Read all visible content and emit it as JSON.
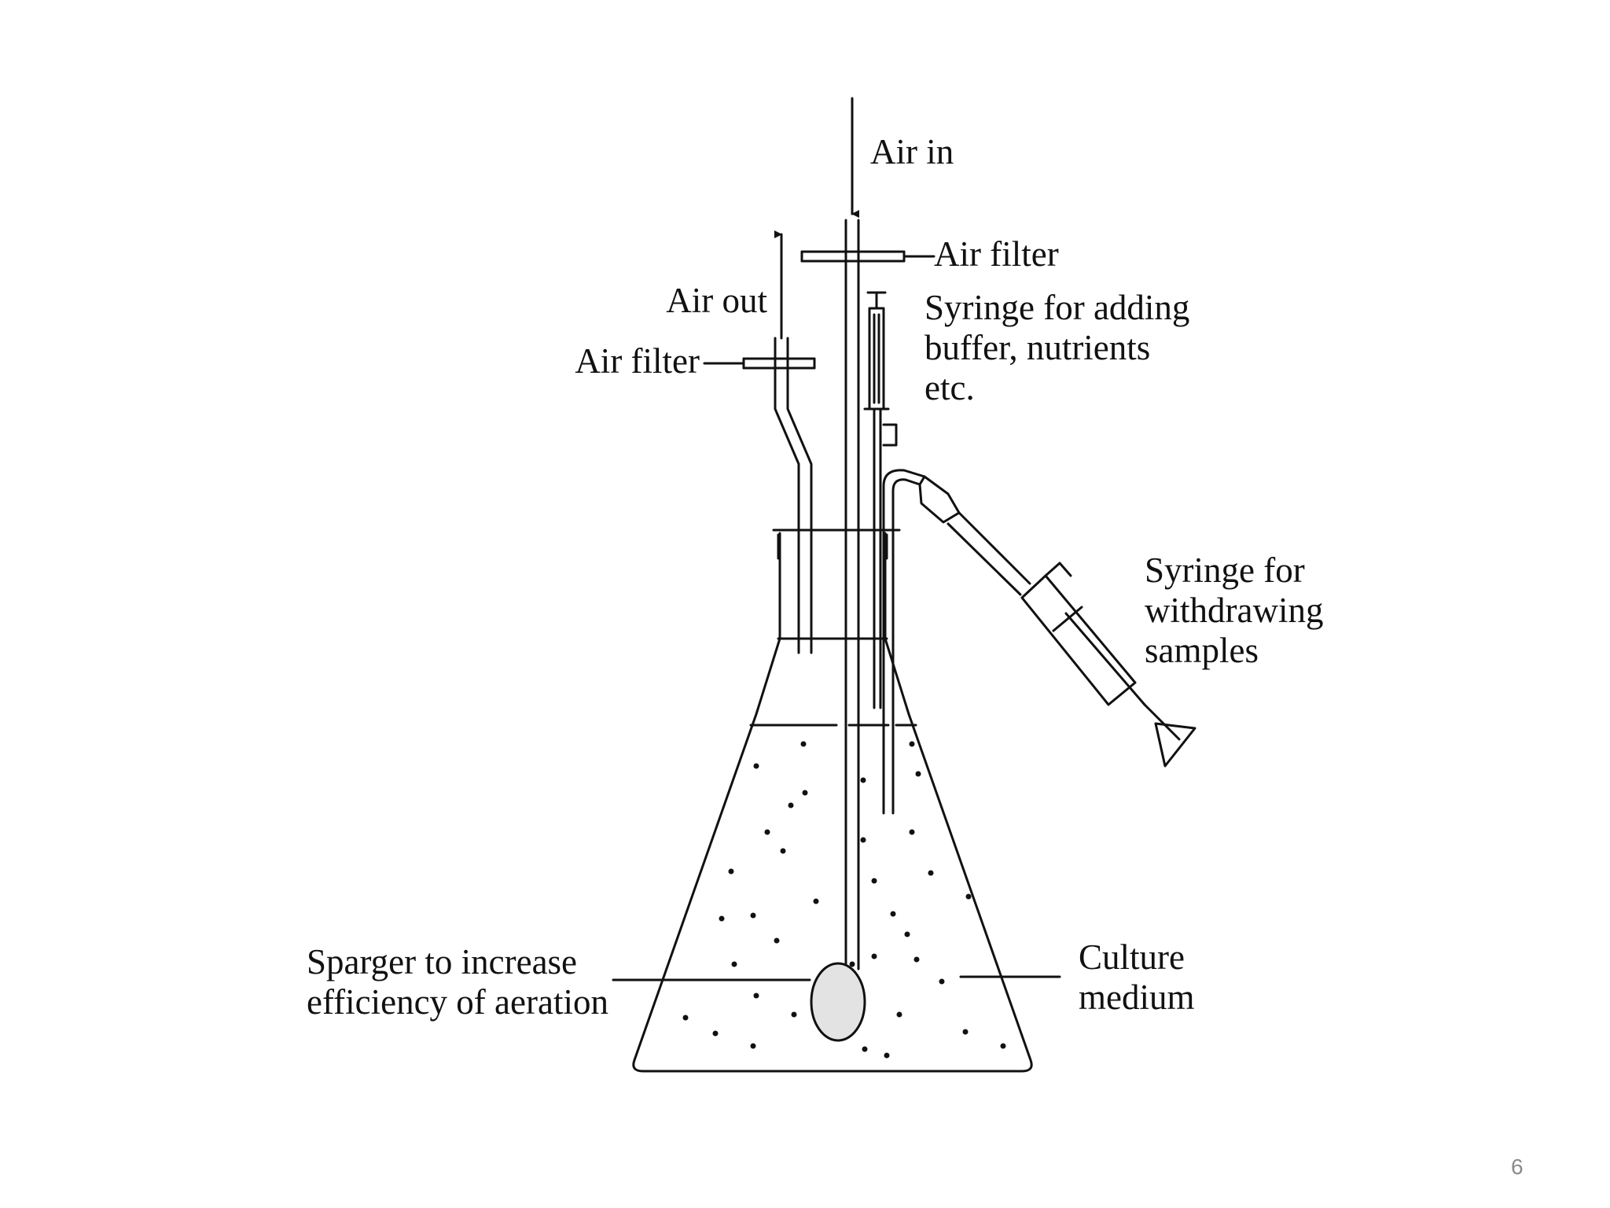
{
  "slide": {
    "page_number": "6"
  },
  "labels": {
    "air_in": "Air in",
    "air_out": "Air out",
    "air_filter_top": "Air filter",
    "air_filter_left": "Air filter",
    "syringe_add": [
      "Syringe for adding",
      "buffer, nutrients",
      "etc."
    ],
    "syringe_withdraw": [
      "Syringe for",
      "withdrawing",
      "samples"
    ],
    "sparger": [
      "Sparger to increase",
      "efficiency of aeration"
    ],
    "culture_medium": [
      "Culture",
      "medium"
    ]
  },
  "colors": {
    "line": "#111111",
    "sparger_fill": "#e3e3e3",
    "page_number": "#8a8a8a"
  }
}
